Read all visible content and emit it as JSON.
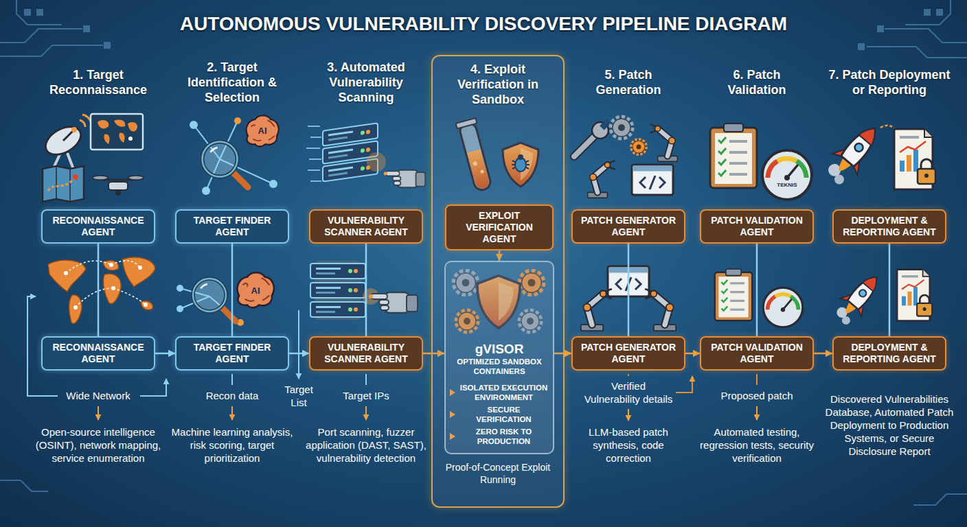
{
  "diagram": {
    "title": "AUTONOMOUS VULNERABILITY DISCOVERY PIPELINE DIAGRAM",
    "nodes": [
      {
        "text": [
          "RECONNAISSANCE AGENT"
        ]
      },
      {
        "text": [
          "RECONNAISSANCE AGENT"
        ]
      },
      {
        "text": [
          "TARGET FINDER AGENT"
        ]
      },
      {
        "text": [
          "TARGET FINDER AGENT"
        ]
      },
      {
        "text": [
          "VULNERABILITY SCANNER AGENT"
        ]
      },
      {
        "text": [
          "VULNERABILITY SCANNER AGENT"
        ]
      },
      {
        "text": [
          "4. Exploit Verification in Sandbox",
          "Proof-of-Concept Exploit Running"
        ]
      },
      {
        "text": [
          "EXPLOIT VERIFICATION AGENT"
        ],
        "in": 6
      },
      {
        "text": [
          "gVISOR",
          "OPTIMIZED SANDBOX CONTAINERS",
          "ISOLATED EXECUTION ENVIRONMENT",
          "SECURE VERIFICATION",
          "ZERO RISK TO PRODUCTION"
        ],
        "in": 6
      },
      {
        "text": [
          "PATCH GENERATOR AGENT"
        ]
      },
      {
        "text": [
          "PATCH GENERATOR AGENT"
        ]
      },
      {
        "text": [
          "PATCH VALIDATION AGENT"
        ]
      },
      {
        "text": [
          "PATCH VALIDATION AGENT"
        ]
      },
      {
        "text": [
          "DEPLOYMENT & REPORTING AGENT"
        ]
      },
      {
        "text": [
          "DEPLOYMENT & REPORTING AGENT"
        ]
      }
    ],
    "edges": [
      {
        "from": 0,
        "to": 1,
        "arrow": "none"
      },
      {
        "from": 2,
        "to": 3,
        "arrow": "none"
      },
      {
        "from": 4,
        "to": 5,
        "arrow": "none"
      },
      {
        "from": 7,
        "to": 8,
        "arrow": "to"
      },
      {
        "from": 9,
        "to": 10,
        "arrow": "none"
      },
      {
        "from": 11,
        "to": 12,
        "arrow": "none"
      },
      {
        "from": 13,
        "to": 14,
        "arrow": "none"
      },
      {
        "from": 1,
        "to": 3,
        "arrow": "to"
      },
      {
        "from": 3,
        "to": 5,
        "arrow": "to"
      },
      {
        "from": 5,
        "to": 8,
        "arrow": "to"
      },
      {
        "from": 8,
        "to": 10,
        "arrow": "to"
      },
      {
        "from": 10,
        "to": 12,
        "arrow": "to"
      },
      {
        "from": 12,
        "to": 14,
        "arrow": "to"
      }
    ],
    "labels": [
      "1. Target Reconnaissance",
      "2. Target Identification & Selection",
      "3. Automated Vulnerability Scanning",
      "5. Patch Generation",
      "6. Patch Validation",
      "7. Patch Deployment or Reporting",
      "AI",
      "AI",
      "TEKNIS",
      "Wide Network",
      "Open-source intelligence (OSINT), network mapping, service enumeration",
      "Recon data",
      "Machine learning analysis, risk scoring, target prioritization",
      "Target List",
      "Target IPs",
      "Port scanning, fuzzer application (DAST, SAST), vulnerability detection",
      "Verified Vulnerability details",
      "LLM-based patch synthesis, code correction",
      "Proposed patch",
      "Automated testing, regression tests, security verification",
      "Discovered Vulnerabilities Database, Automated Patch Deployment to Production Systems, or Secure Disclosure Report"
    ]
  }
}
